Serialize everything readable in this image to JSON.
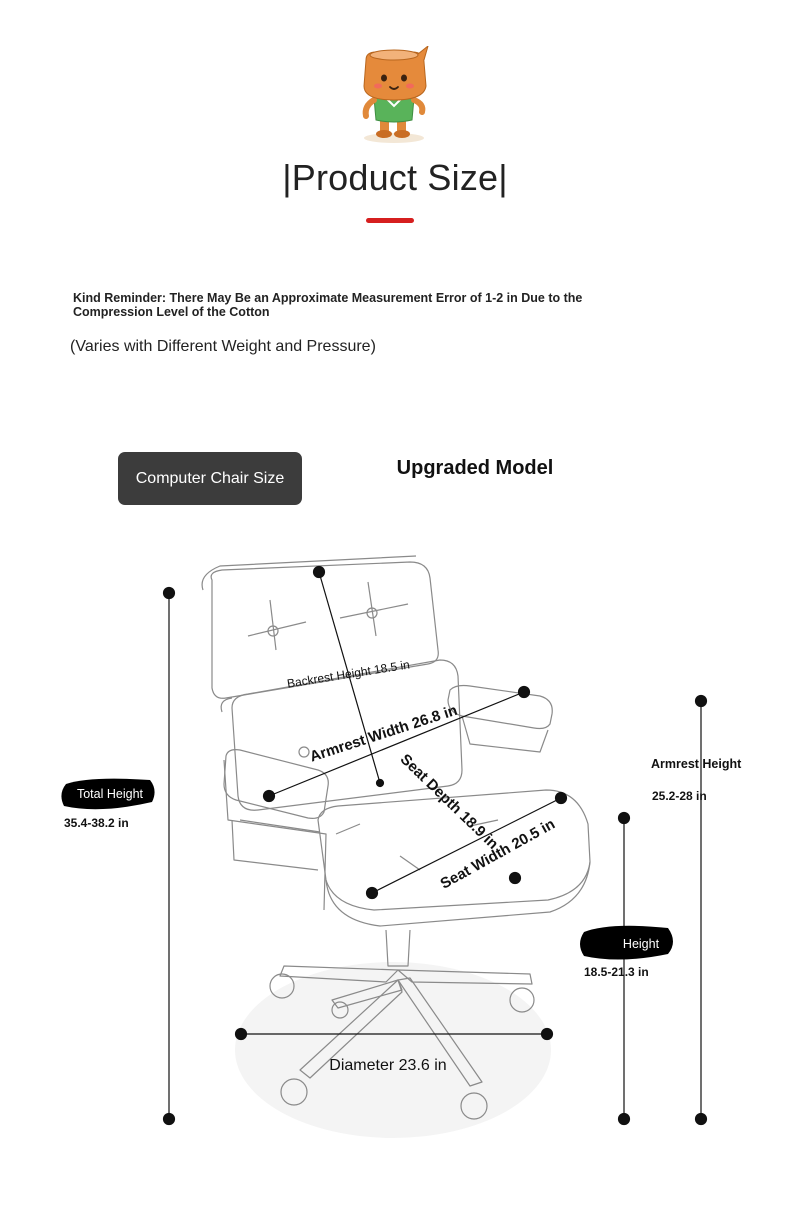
{
  "header": {
    "title": "|Product Size|",
    "accent_color": "#d61f1f"
  },
  "notes": {
    "reminder": "Kind Reminder: There May Be an Approximate Measurement Error of 1-2 in Due to the Compression Level of the Cotton",
    "varies": "(Varies with Different Weight and Pressure)"
  },
  "section": {
    "size_button_label": "Computer Chair Size",
    "model_label": "Upgraded Model"
  },
  "dimensions": {
    "backrest_height": "Backrest Height 18.5 in",
    "armrest_width": "Armrest Width 26.8 in",
    "seat_depth": "Seat Depth 18.9 in",
    "seat_width": "Seat Width 20.5 in",
    "diameter": "Diameter 23.6 in",
    "total_height_label": "Total Height",
    "total_height_value": "35.4-38.2 in",
    "armrest_height_label": "Armrest Height",
    "armrest_height_value": "25.2-28 in",
    "seat_height_label": "Height",
    "seat_height_value": "18.5-21.3 in"
  },
  "icons": {
    "mascot": "mascot-icon"
  }
}
